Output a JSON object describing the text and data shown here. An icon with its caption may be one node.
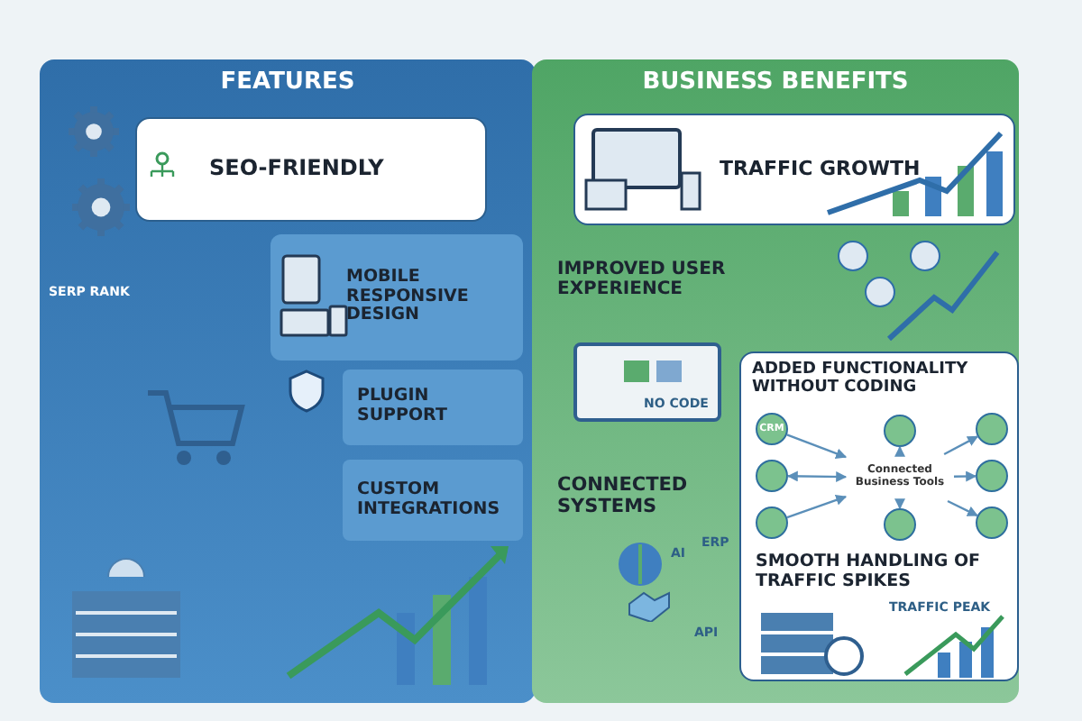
{
  "diagram": {
    "nodes": [
      {
        "text": [
          "FEATURES"
        ]
      },
      {
        "text": [
          "SEO-FRIENDLY"
        ],
        "in": 0
      },
      {
        "text": [
          "MOBILE RESPONSIVE DESIGN"
        ],
        "in": 0
      },
      {
        "text": [
          "PLUGIN SUPPORT"
        ],
        "in": 0
      },
      {
        "text": [
          "CUSTOM INTEGRATIONS"
        ],
        "in": 0
      },
      {
        "text": [
          "BUSINESS BENEFITS"
        ]
      },
      {
        "text": [
          "TRAFFIC GROWTH"
        ],
        "in": 5
      },
      {
        "text": [
          "IMPROVED USER EXPERIENCE"
        ],
        "in": 5
      },
      {
        "text": [
          "CONNECTED SYSTEMS"
        ],
        "in": 5
      },
      {
        "text": [
          "ADDED FUNCTIONALITY WITHOUT CODING"
        ],
        "in": 5
      },
      {
        "text": [
          "Connected Business Tools"
        ],
        "in": 9
      },
      {
        "text": [
          "CRM"
        ],
        "in": 9
      },
      {
        "text": [],
        "shape": "circle",
        "in": 9
      },
      {
        "text": [],
        "shape": "circle",
        "in": 9
      },
      {
        "text": [],
        "shape": "circle",
        "in": 9
      },
      {
        "text": [],
        "shape": "circle",
        "in": 9
      },
      {
        "text": [],
        "shape": "circle",
        "in": 9
      },
      {
        "text": [],
        "shape": "circle",
        "in": 9
      },
      {
        "text": [],
        "shape": "circle",
        "in": 9
      },
      {
        "text": [
          "SMOOTH HANDLING OF TRAFFIC SPIKES"
        ],
        "in": 9
      }
    ],
    "edges": [
      {
        "from": 11,
        "to": 10,
        "arrow": "to"
      },
      {
        "from": 10,
        "to": 12,
        "arrow": "both"
      },
      {
        "from": 13,
        "to": 10,
        "arrow": "to"
      },
      {
        "from": 10,
        "to": 14,
        "arrow": "to"
      },
      {
        "from": 10,
        "to": 15,
        "arrow": "to"
      },
      {
        "from": 10,
        "to": 16,
        "arrow": "to"
      },
      {
        "from": 10,
        "to": 17,
        "arrow": "to"
      },
      {
        "from": 10,
        "to": 18,
        "arrow": "to"
      }
    ],
    "labels": [
      "SERP RANK",
      "NO CODE",
      "AI",
      "ERP",
      "API",
      "TRAFFIC PEAK"
    ]
  }
}
